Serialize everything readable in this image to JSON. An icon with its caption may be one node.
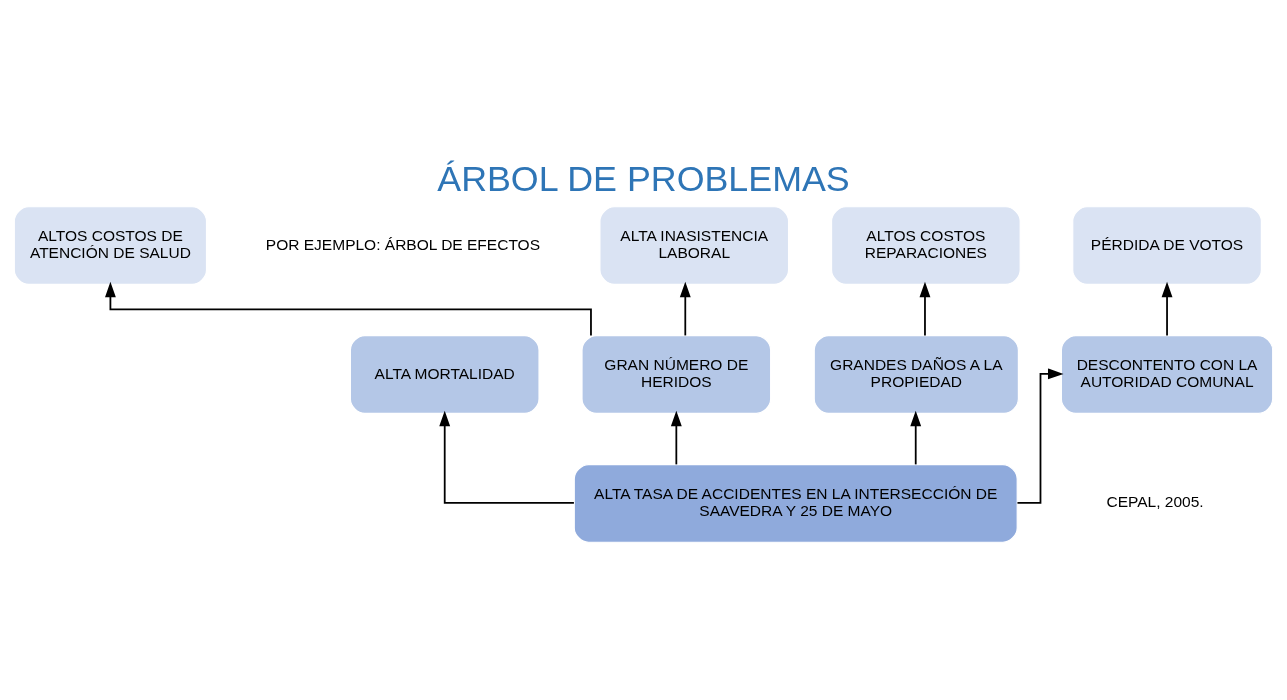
{
  "diagram": {
    "title": "ÁRBOL DE PROBLEMAS",
    "nodes": [
      {
        "text": [
          "ALTOS COSTOS DE ATENCIÓN DE SALUD"
        ]
      },
      {
        "text": [
          "ALTA INASISTENCIA LABORAL"
        ]
      },
      {
        "text": [
          "ALTOS COSTOS REPARACIONES"
        ]
      },
      {
        "text": [
          "PÉRDIDA DE VOTOS"
        ]
      },
      {
        "text": [
          "ALTA MORTALIDAD"
        ]
      },
      {
        "text": [
          "GRAN NÚMERO DE HERIDOS"
        ]
      },
      {
        "text": [
          "GRANDES DAÑOS A LA PROPIEDAD"
        ]
      },
      {
        "text": [
          "DESCONTENTO CON LA AUTORIDAD COMUNAL"
        ]
      },
      {
        "text": [
          "ALTA TASA DE ACCIDENTES EN LA INTERSECCIÓN DE SAAVEDRA Y 25 DE MAYO"
        ]
      }
    ],
    "edges": [
      {
        "from": 8,
        "to": 4,
        "arrow": "to"
      },
      {
        "from": 8,
        "to": 5,
        "arrow": "to"
      },
      {
        "from": 8,
        "to": 6,
        "arrow": "to"
      },
      {
        "from": 8,
        "to": 7,
        "arrow": "to"
      },
      {
        "from": 5,
        "to": 0,
        "arrow": "to"
      },
      {
        "from": 5,
        "to": 1,
        "arrow": "to"
      },
      {
        "from": 6,
        "to": 2,
        "arrow": "to"
      },
      {
        "from": 7,
        "to": 3,
        "arrow": "to"
      }
    ],
    "labels": [
      "POR EJEMPLO: ÁRBOL DE EFECTOS",
      "CEPAL, 2005."
    ]
  }
}
